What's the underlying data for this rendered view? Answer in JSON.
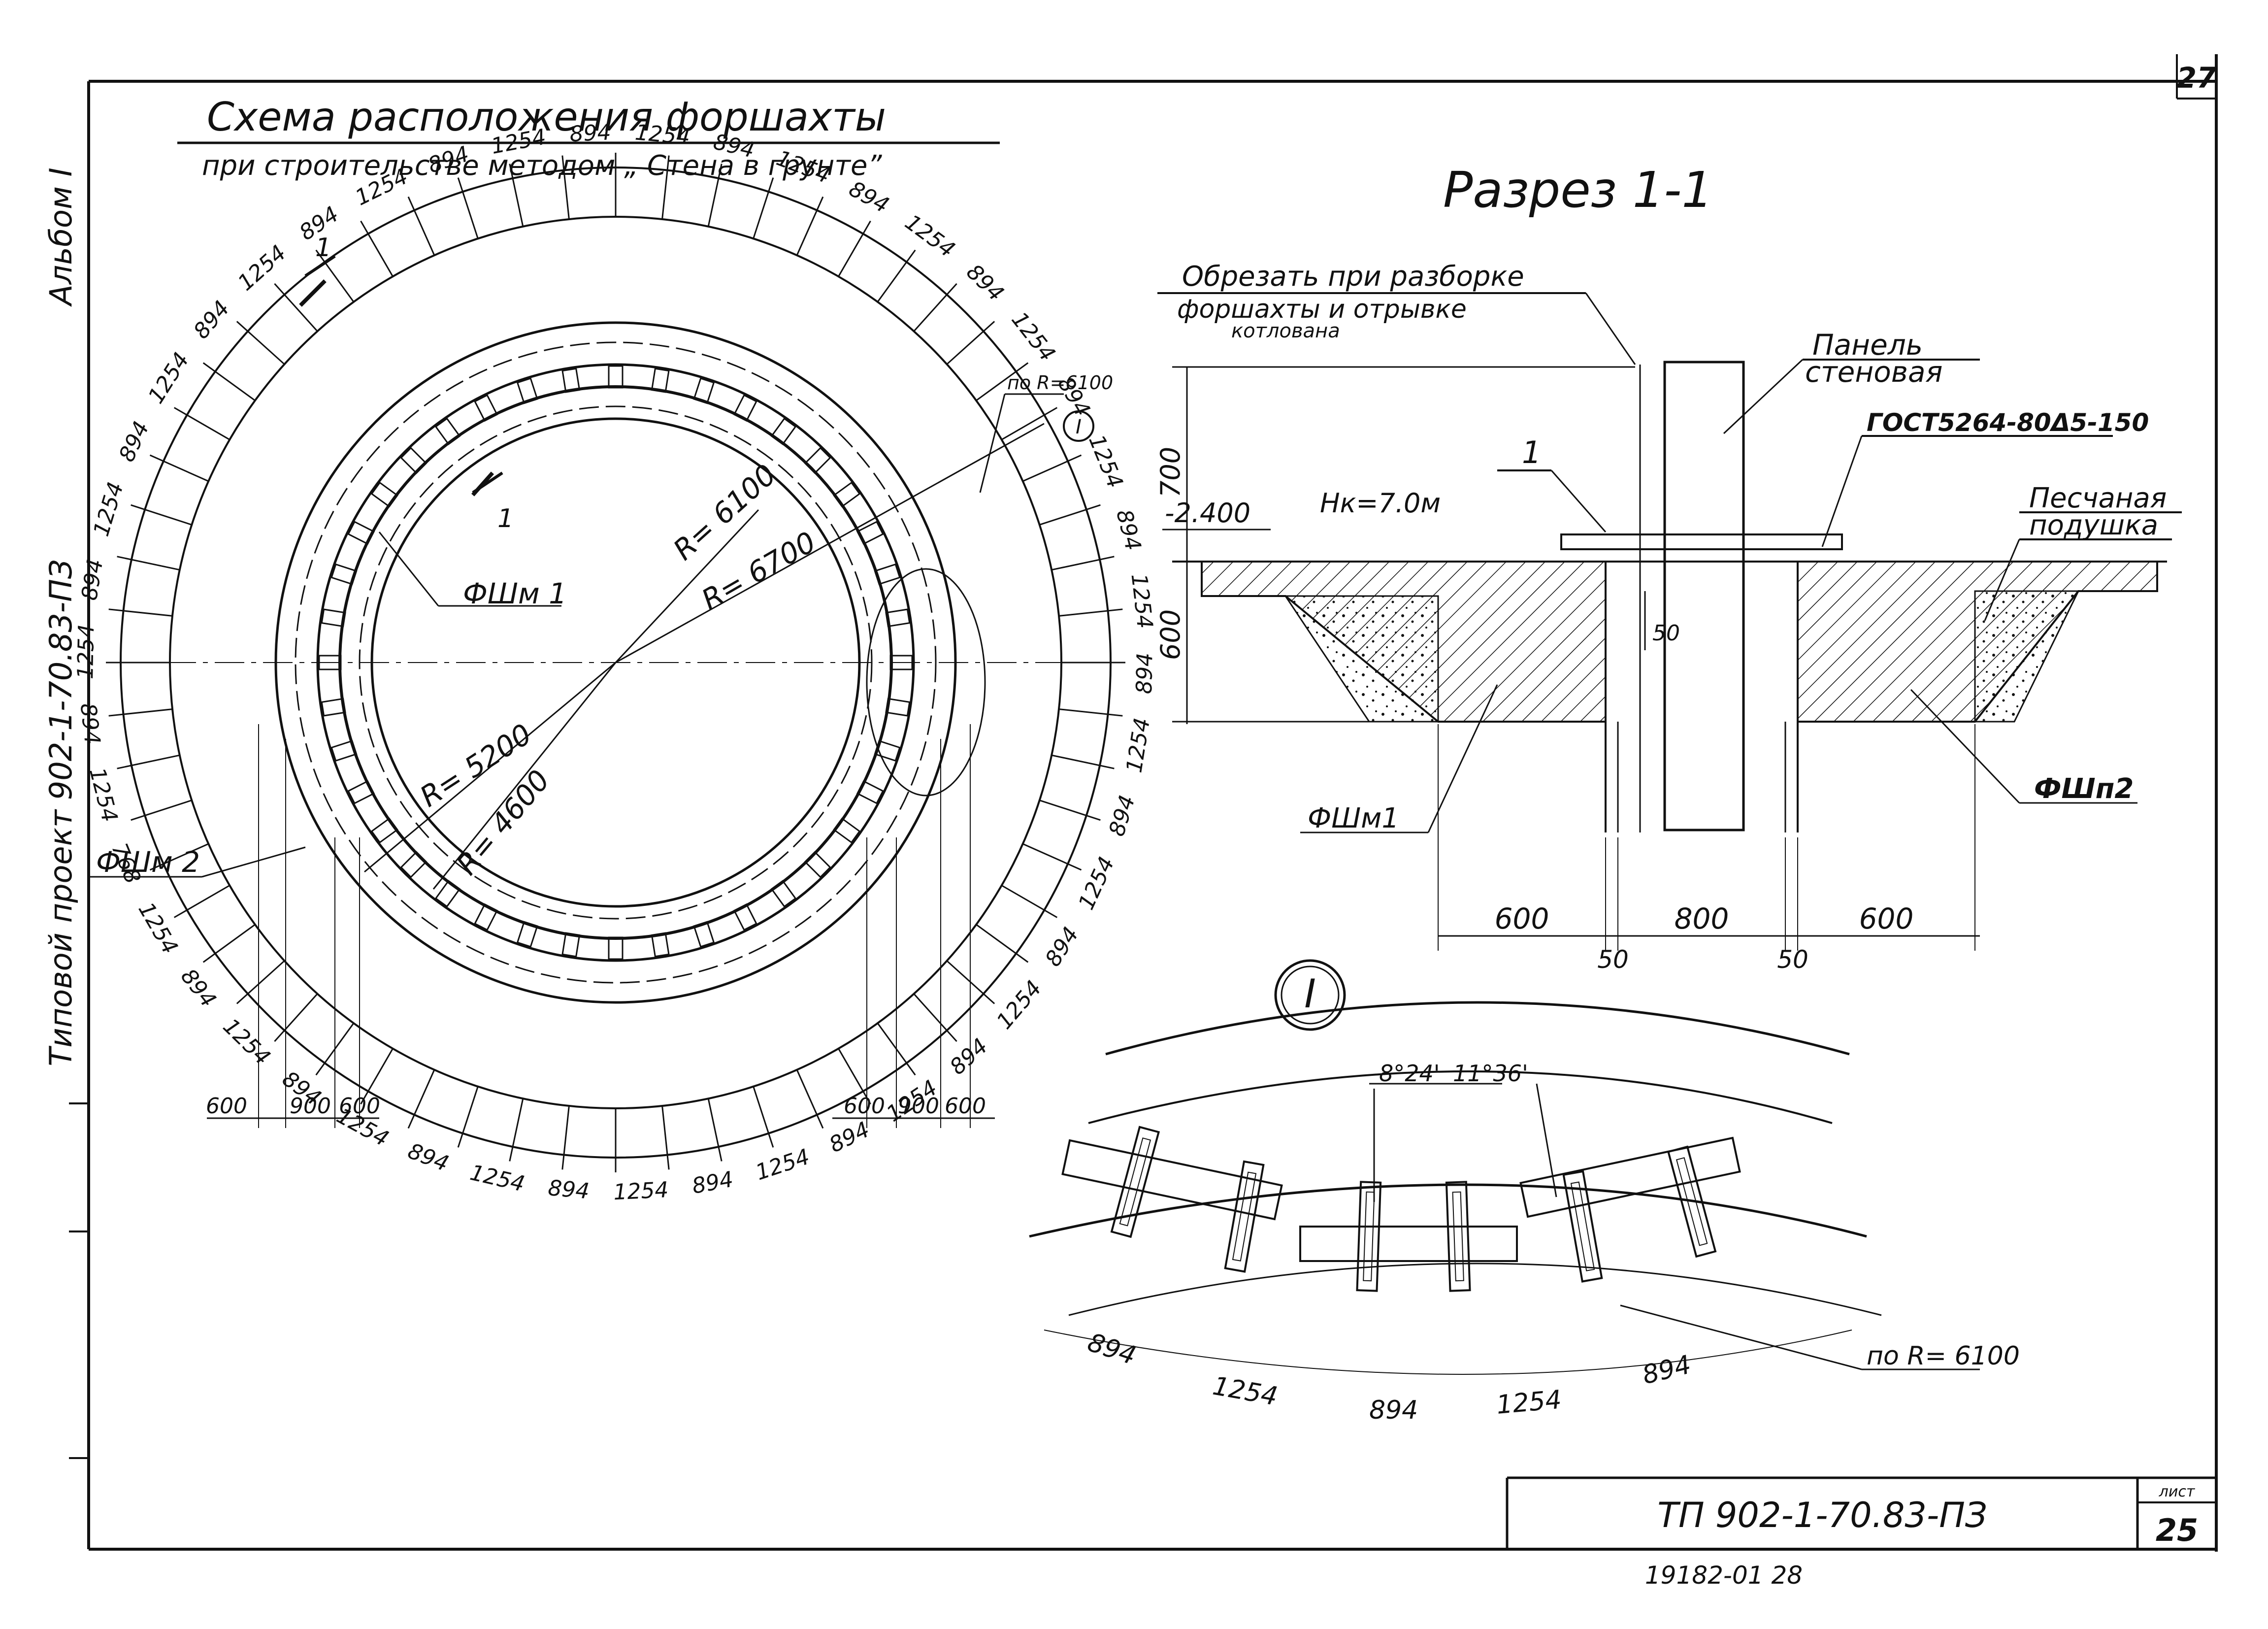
{
  "sheet": {
    "page_number": "27",
    "sheet_label": "лист",
    "sheet_number": "25",
    "designation": "ТП 902-1-70.83-ПЗ",
    "inventory": "19182-01   28",
    "album": "Альбом I",
    "project": "Типовой проект   902-1-70.83-ПЗ"
  },
  "plan": {
    "title": "Схема  расположения  форшахты",
    "subtitle": "при строительстве методом „ Стена в грунте”",
    "section_mark": "1",
    "radius_labels": [
      "R= 6100",
      "R= 6700",
      "R= 5200",
      "R= 4600"
    ],
    "fsh1_label": "ФШм 1",
    "fsh2_label": "ФШм 2",
    "callout_ref": "по R=6100",
    "detail_marker": "I",
    "segments_top": [
      "894",
      "1254",
      "894",
      "1254",
      "894",
      "1254",
      "894",
      "1254",
      "894",
      "1254",
      "894",
      "1254",
      "894",
      "1254",
      "894",
      "1254",
      "894",
      "1254",
      "894",
      "1254",
      "894"
    ],
    "segments_right": [
      "1254",
      "894",
      "1254",
      "894",
      "1254",
      "894",
      "1254"
    ],
    "segments_left": [
      "894",
      "1254",
      "894",
      "1254",
      "768",
      "1254",
      "894",
      "1254"
    ],
    "segments_bottom": [
      "894",
      "1254",
      "894",
      "1254",
      "894",
      "1254",
      "894",
      "1254",
      "894",
      "1254"
    ],
    "dims_bottom_left": [
      "600",
      "900",
      "600"
    ],
    "dims_bottom_right": [
      "600",
      "900",
      "600"
    ]
  },
  "section": {
    "title": "Разрез 1-1",
    "cut_note_line1": "Обрезать при разборке",
    "cut_note_line2": "форшахты и отрывке",
    "cut_note_line3": "котлована",
    "panel_line1": "Панель",
    "panel_line2": "стеновая",
    "gost": "ГОСТ5264-80Δ5-150",
    "sand_line1": "Песчаная",
    "sand_line2": "подушка",
    "level": "-2.400",
    "depth": "Нк=7.0м",
    "mark_1": "1",
    "dim_700": "700",
    "dim_600_v": "600",
    "dim_50_inner": "50",
    "fsh1": "ФШм1",
    "fsh2": "ФШп2",
    "dims": [
      "600",
      "800",
      "600"
    ],
    "gaps": [
      "50",
      "50"
    ]
  },
  "detail": {
    "marker": "I",
    "angles": [
      "8°24'",
      "11°36'"
    ],
    "dims": [
      "894",
      "1254",
      "894",
      "1254",
      "894"
    ],
    "ref_note": "по R= 6100"
  }
}
